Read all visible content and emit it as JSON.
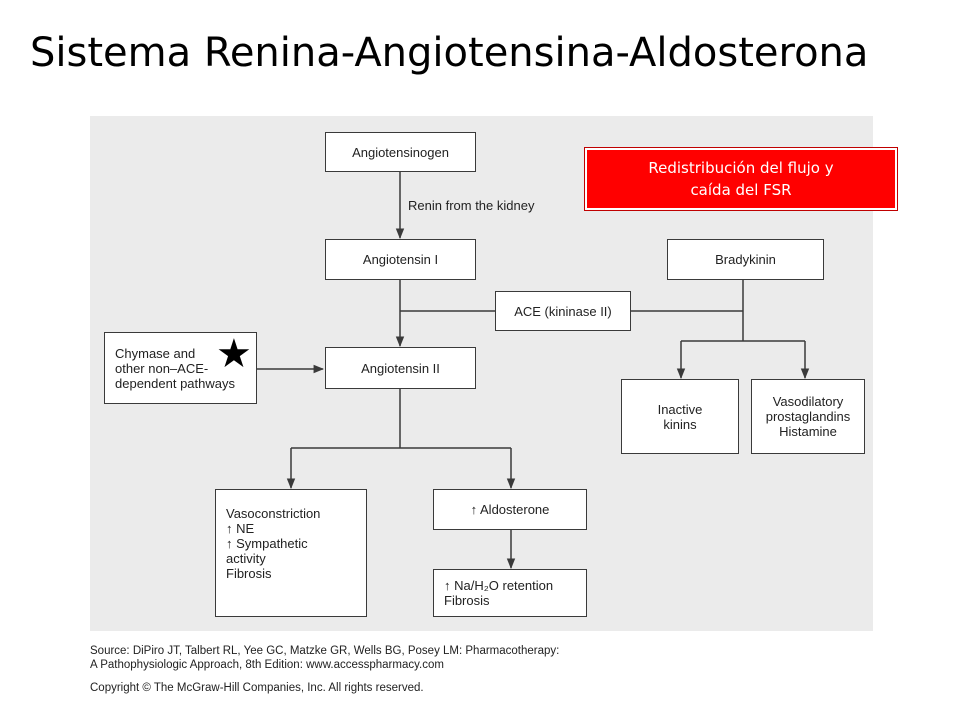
{
  "slide": {
    "title": "Sistema Renina-Angiotensina-Aldosterona"
  },
  "callout": {
    "text": "Redistribución del flujo y\ncaída del FSR",
    "color": "#ff0000"
  },
  "diagram": {
    "nodes": {
      "angiotensinogen": "Angiotensinogen",
      "angiotensin_i": "Angiotensin I",
      "bradykinin": "Bradykinin",
      "ace": "ACE (kininase II)",
      "chymase": "Chymase and\nother non–ACE-\ndependent pathways",
      "angiotensin_ii": "Angiotensin II",
      "inactive_kinins": "Inactive\nkinins",
      "vasodilatory": "Vasodilatory\nprostaglandins\nHistamine",
      "vasoconstriction": "Vasoconstriction\n↑ NE\n↑ Sympathetic\n   activity\nFibrosis",
      "aldosterone": "↑ Aldosterone",
      "retention": "↑ Na/H₂O retention\nFibrosis"
    },
    "edge_labels": {
      "renin": "Renin from the kidney"
    },
    "marker": "★"
  },
  "source": {
    "line1": "Source: DiPiro JT, Talbert RL, Yee GC, Matzke GR, Wells BG, Posey LM: Pharmacotherapy:",
    "line2": "A Pathophysiologic Approach, 8th Edition: www.accesspharmacy.com",
    "copyright": "Copyright © The McGraw-Hill Companies, Inc. All rights reserved."
  }
}
